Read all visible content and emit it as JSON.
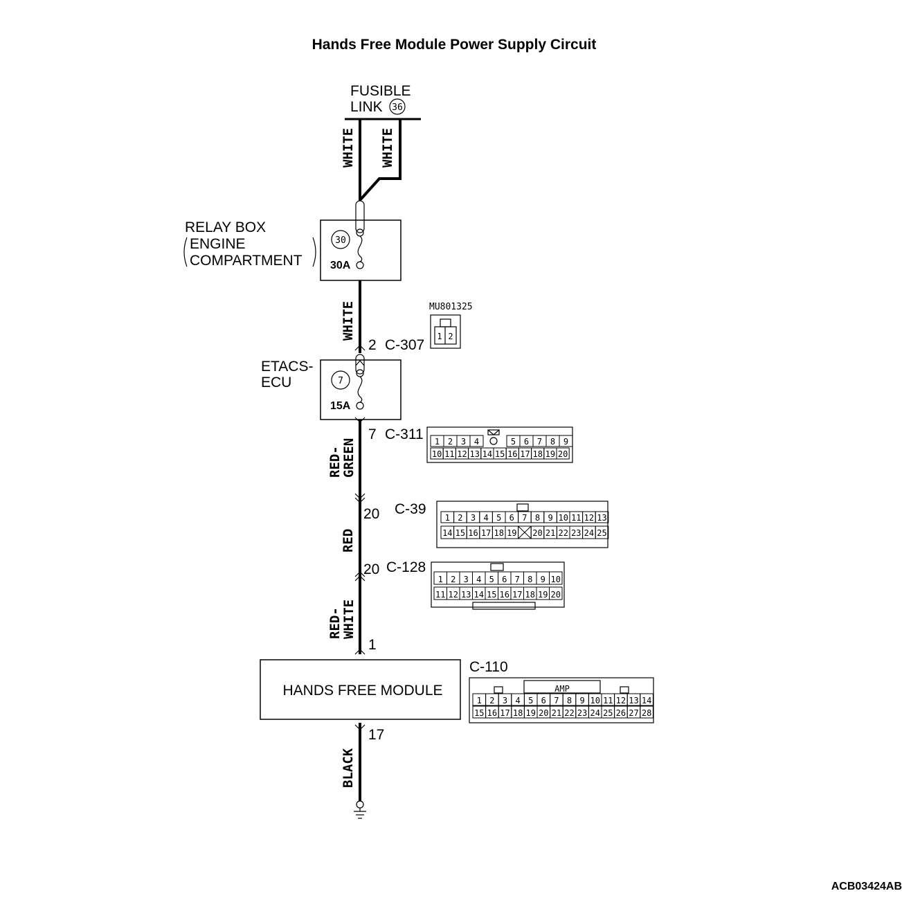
{
  "title": "Hands Free Module Power Supply Circuit",
  "fusible_link": {
    "line1": "FUSIBLE",
    "line2": "LINK",
    "number": "36"
  },
  "wires": {
    "white_main": "WHITE",
    "white_branch": "WHITE",
    "white_lower": "WHITE",
    "red_green_1": "RED-",
    "red_green_2": "GREEN",
    "red": "RED",
    "red_white_1": "RED-",
    "red_white_2": "WHITE",
    "black": "BLACK"
  },
  "relay_box": {
    "line1": "RELAY BOX",
    "line2": "ENGINE",
    "line3": "COMPARTMENT",
    "fuse_number": "30",
    "fuse_rating": "30A"
  },
  "etacs": {
    "line1": "ETACS-",
    "line2": "ECU",
    "fuse_number": "7",
    "fuse_rating": "15A"
  },
  "connectors": {
    "c307": {
      "pin": "2",
      "name": "C-307",
      "part": "MU801325",
      "pins": [
        "1",
        "2"
      ]
    },
    "c311": {
      "pin": "7",
      "name": "C-311",
      "row1": [
        "1",
        "2",
        "3",
        "4",
        "5",
        "6",
        "7",
        "8",
        "9"
      ],
      "row2": [
        "10",
        "11",
        "12",
        "13",
        "14",
        "15",
        "16",
        "17",
        "18",
        "19",
        "20"
      ]
    },
    "c39": {
      "pin": "20",
      "name": "C-39",
      "row1": [
        "1",
        "2",
        "3",
        "4",
        "5",
        "6",
        "7",
        "8",
        "9",
        "10",
        "11",
        "12",
        "13"
      ],
      "row2": [
        "14",
        "15",
        "16",
        "17",
        "18",
        "19",
        "20",
        "21",
        "22",
        "23",
        "24",
        "25"
      ]
    },
    "c128": {
      "pin": "20",
      "name": "C-128",
      "row1": [
        "1",
        "2",
        "3",
        "4",
        "5",
        "6",
        "7",
        "8",
        "9",
        "10"
      ],
      "row2": [
        "11",
        "12",
        "13",
        "14",
        "15",
        "16",
        "17",
        "18",
        "19",
        "20"
      ]
    },
    "c110": {
      "pin_in": "1",
      "pin_out": "17",
      "name": "C-110",
      "brand": "AMP",
      "row1": [
        "1",
        "2",
        "3",
        "4",
        "5",
        "6",
        "7",
        "8",
        "9",
        "10",
        "11",
        "12",
        "13",
        "14"
      ],
      "row2": [
        "15",
        "16",
        "17",
        "18",
        "19",
        "20",
        "21",
        "22",
        "23",
        "24",
        "25",
        "26",
        "27",
        "28"
      ]
    }
  },
  "module": {
    "label": "HANDS FREE MODULE"
  },
  "figure_code": "ACB03424AB"
}
